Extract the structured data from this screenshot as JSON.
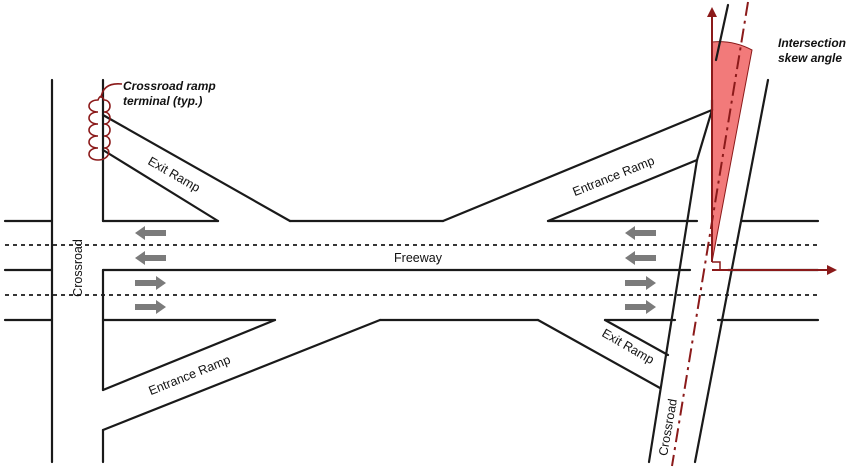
{
  "labels": {
    "freeway": "Freeway",
    "crossroad_left": "Crossroad",
    "crossroad_right": "Crossroad",
    "exit_ramp_top_left": "Exit Ramp",
    "entrance_ramp_bottom_left": "Entrance Ramp",
    "entrance_ramp_top_right": "Entrance Ramp",
    "exit_ramp_bottom_right": "Exit Ramp"
  },
  "callouts": {
    "ramp_terminal_line1": "Crossroad ramp",
    "ramp_terminal_line2": "terminal (typ.)",
    "skew_line1": "Intersection",
    "skew_line2": "skew angle"
  },
  "colors": {
    "road": "#1a1a1a",
    "traffic_arrow": "#7b7b7b",
    "skew_wedge": "#f27a7a",
    "axis": "#8b1a1a"
  }
}
